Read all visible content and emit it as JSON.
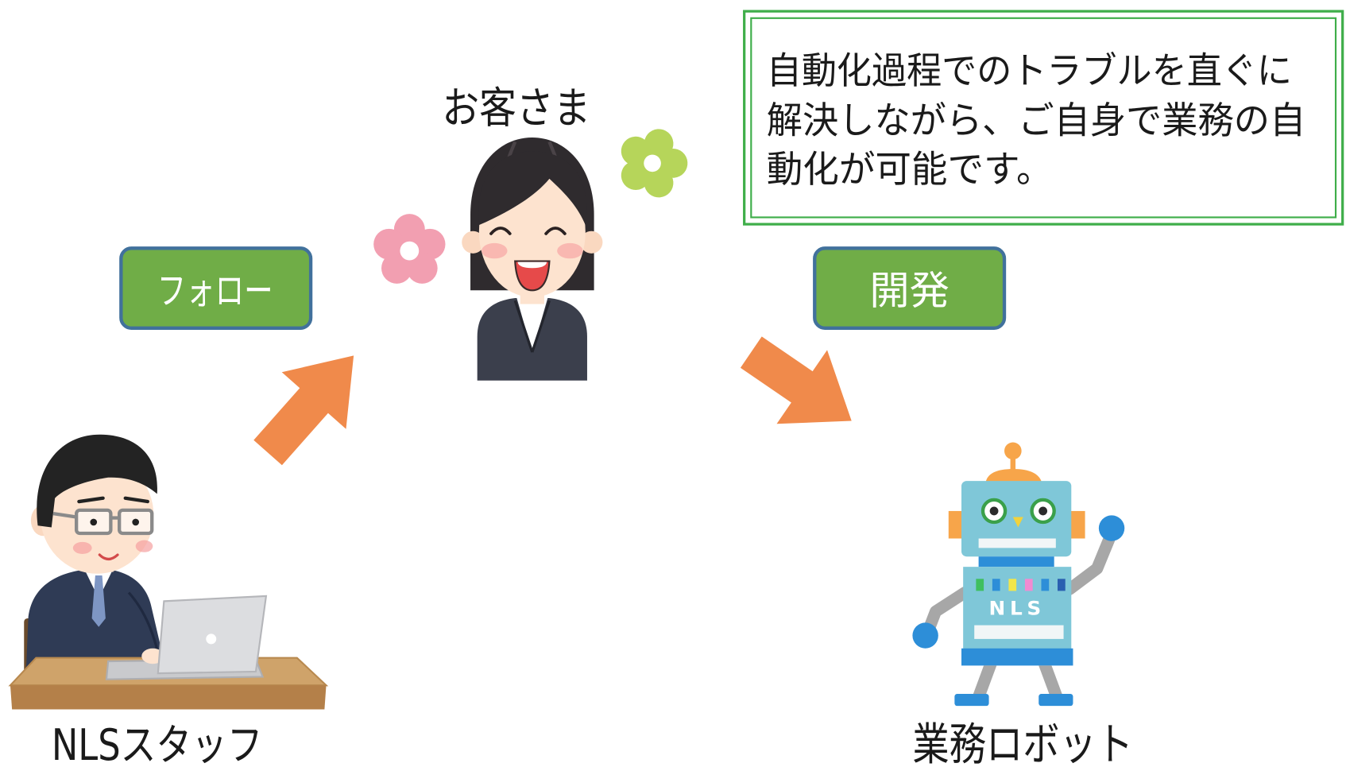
{
  "diagram": {
    "customer": {
      "label": "お客さま"
    },
    "staff": {
      "label": "NLSスタッフ"
    },
    "robot": {
      "label": "業務ロボット",
      "chest_text": "NLS"
    },
    "follow_box": {
      "label": "フォロー"
    },
    "develop_box": {
      "label": "開発"
    },
    "note": {
      "lines": [
        "自動化過程でのトラブルを直ぐに",
        "解決しながら、ご自身で業務の自",
        "動化が可能です。"
      ]
    }
  },
  "colors": {
    "label_box_fill": "#70ad47",
    "label_box_border": "#41719c",
    "note_border": "#3fae4a",
    "arrow": "#f08a4b",
    "flower_pink": "#f29fb1",
    "flower_green": "#b6d55a"
  }
}
